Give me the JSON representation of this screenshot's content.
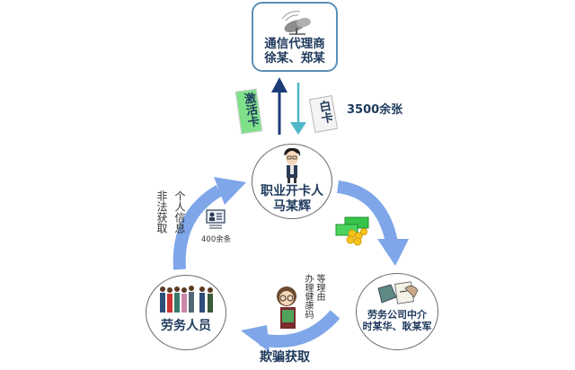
{
  "nodes": {
    "telecom_agent": {
      "line1": "通信代理商",
      "line2": "徐某、郑某",
      "icon": "satellite-dish-icon"
    },
    "card_opener": {
      "line1": "职业开卡人",
      "line2": "马某辉",
      "icon": "man-avatar-icon"
    },
    "labor_company": {
      "line1": "劳务公司中介",
      "line2": "时某华、耿某军",
      "icon": "handshake-documents-icon"
    },
    "laborers": {
      "line1": "劳务人员",
      "icon": "group-of-people-icon"
    }
  },
  "edges": {
    "activated_card": {
      "label": "激活卡",
      "color": "#7fe08a"
    },
    "blank_card": {
      "label": "白卡",
      "count": "3500余张"
    },
    "illegal_info": {
      "col1": "个人信息",
      "col2": "非法获取",
      "count": "400余条",
      "icon": "id-card-icon"
    },
    "money": {
      "icon": "money-coins-icon"
    },
    "fraud": {
      "label": "欺骗获取",
      "col1": "办理健康码",
      "col2": "等理由",
      "icon": "girl-with-qr-code-icon"
    }
  },
  "colors": {
    "arrow": "#7ea6e8",
    "up_arrow": "#1b3b78",
    "down_arrow": "#4fb8c8",
    "text": "#1f3a5c",
    "border": "#5a8fb8"
  }
}
